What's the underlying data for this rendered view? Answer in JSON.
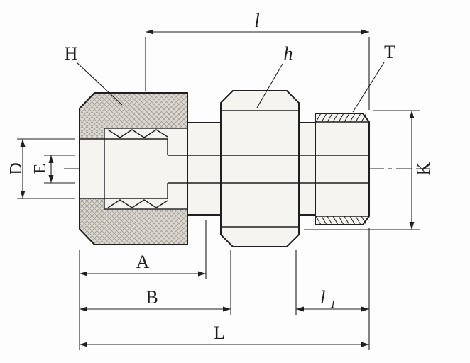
{
  "labels": {
    "l": "l",
    "H": "H",
    "h": "h",
    "T": "T",
    "D": "D",
    "E": "E",
    "K": "K",
    "A": "A",
    "B": "B",
    "l1_base": "l",
    "l1_sub": "1",
    "L": "L"
  },
  "colors": {
    "line": "#1f1f1f",
    "body_fill": "#f6f4f0",
    "hatch_bg": "#dcd9d2",
    "hatch_line": "#a19d95",
    "background": "#fdfdfd"
  }
}
